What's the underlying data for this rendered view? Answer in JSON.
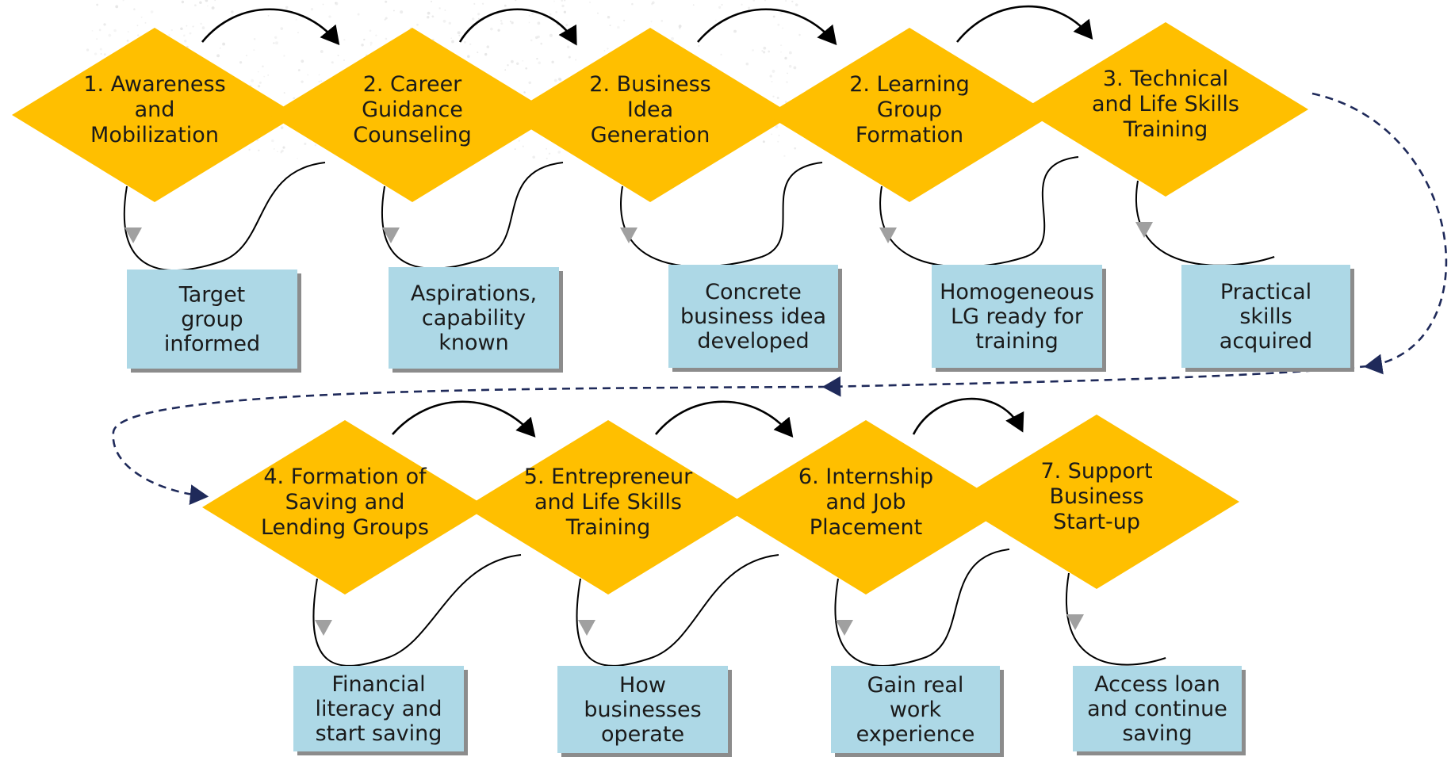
{
  "steps": [
    {
      "lines": [
        "1. Awareness",
        "and",
        "Mobilization"
      ]
    },
    {
      "lines": [
        "2. Career",
        "Guidance",
        "Counseling"
      ]
    },
    {
      "lines": [
        "2. Business",
        "Idea",
        "Generation"
      ]
    },
    {
      "lines": [
        "2. Learning",
        "Group",
        "Formation"
      ]
    },
    {
      "lines": [
        "3. Technical",
        "and Life Skills",
        "Training"
      ]
    },
    {
      "lines": [
        "4. Formation of",
        "Saving and",
        "Lending Groups"
      ]
    },
    {
      "lines": [
        "5. Entrepreneur",
        "and Life Skills",
        "Training"
      ]
    },
    {
      "lines": [
        "6. Internship",
        "and Job",
        "Placement"
      ]
    },
    {
      "lines": [
        "7. Support",
        "Business",
        "Start-up"
      ]
    }
  ],
  "outcomes": [
    {
      "lines": [
        "Target",
        "group",
        "informed"
      ]
    },
    {
      "lines": [
        "Aspirations,",
        "capability",
        "known"
      ]
    },
    {
      "lines": [
        "Concrete",
        "business idea",
        "developed"
      ]
    },
    {
      "lines": [
        "Homogeneous",
        "LG ready for",
        "training"
      ]
    },
    {
      "lines": [
        "Practical",
        "skills",
        "acquired"
      ]
    },
    {
      "lines": [
        "Financial",
        "literacy and",
        "start saving"
      ]
    },
    {
      "lines": [
        "How",
        "businesses",
        "operate"
      ]
    },
    {
      "lines": [
        "Gain real",
        "work",
        "experience"
      ]
    },
    {
      "lines": [
        "Access loan",
        "and continue",
        "saving"
      ]
    }
  ],
  "colors": {
    "step_fill": "#FFBF00",
    "outcome_fill": "#ADD8E6",
    "dashed_connector": "#1f2a5a",
    "arrow": "#000000",
    "outcome_pointer": "#a0a0a0"
  }
}
